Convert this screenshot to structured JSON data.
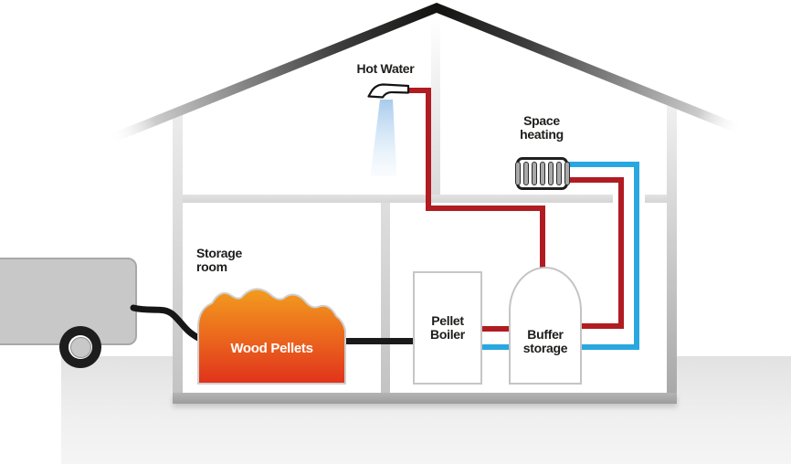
{
  "labels": {
    "hot_water": "Hot Water",
    "space_heating": {
      "line1": "Space",
      "line2": "heating"
    },
    "storage_room": {
      "line1": "Storage",
      "line2": "room"
    },
    "wood_pellets": "Wood Pellets",
    "pellet_boiler": {
      "line1": "Pellet",
      "line2": "Boiler"
    },
    "buffer_storage": {
      "line1": "Buffer",
      "line2": "storage"
    }
  },
  "icons": {
    "shower_head": "shower-head-icon",
    "water_spray": "water-spray",
    "radiator": "radiator-icon",
    "delivery_truck": "pellet-delivery-truck",
    "delivery_hose": "pellet-delivery-hose"
  },
  "radiator": {
    "bars": 7
  },
  "colors": {
    "hot_pipe": "#b01c21",
    "return_pipe": "#29a7e0",
    "pellet_pipe": "#1a1a1a",
    "pellets_gradient_top": "#f3a01e",
    "pellets_gradient_bottom": "#e0321c",
    "roof_dark": "#151514",
    "structure_gray": "#d2d2d2",
    "floor_gray": "#a8a8a8",
    "ground_gray": "#ececec",
    "label_text": "#1d1d1b",
    "wood_pellets_text": "#ffffff"
  }
}
